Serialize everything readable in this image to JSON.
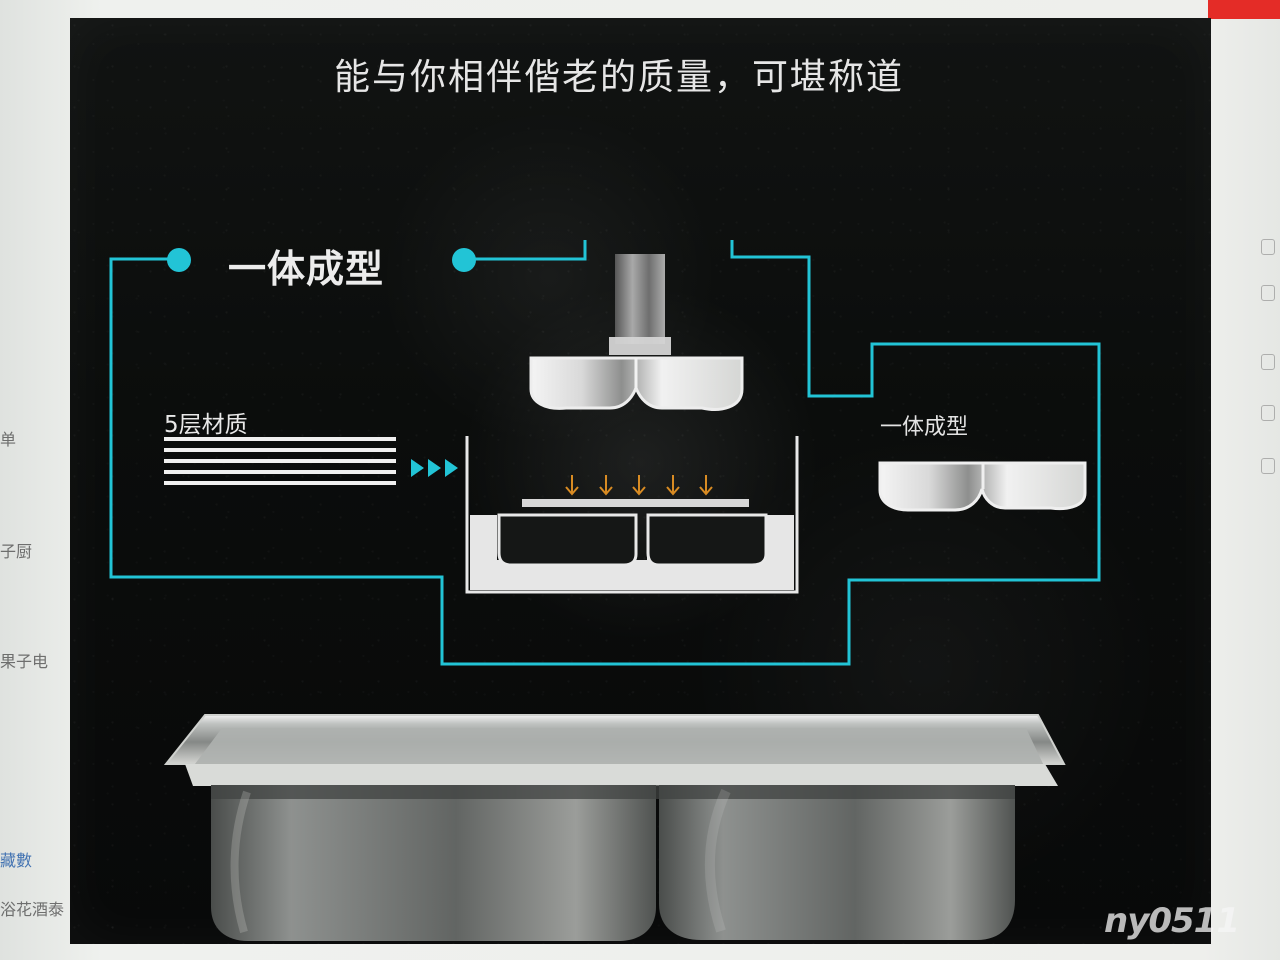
{
  "screen": {
    "headline": "能与你相伴偕老的质量，可堪称道",
    "diagram_title": "一体成型",
    "material_label": "5层材质",
    "result_label": "一体成型",
    "watermark": "ny0511"
  },
  "sidebar": {
    "items": [
      {
        "label": "单"
      },
      {
        "label": "子厨"
      },
      {
        "label": "果子电"
      },
      {
        "label": "藏數"
      },
      {
        "label": "浴花酒泰"
      }
    ]
  },
  "colors": {
    "accent": "#22c4d6",
    "arrow_orange": "#d88b23",
    "panel_black": "#0d0f0e"
  },
  "icons": {
    "watermark_icon": "ny0511-logo",
    "process_arrow": "triple-cyan-arrow"
  }
}
